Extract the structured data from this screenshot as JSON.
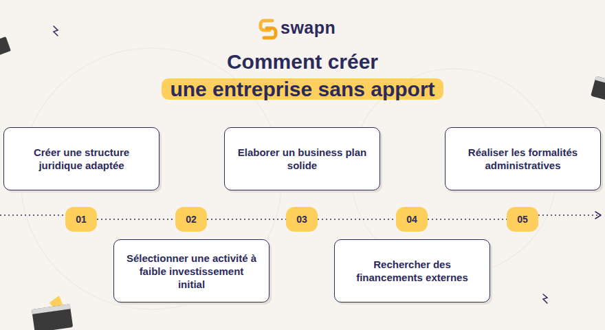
{
  "diagram": {
    "title": "Comment créer une entreprise sans apport",
    "nodes": [
      {
        "text": [
          "Créer une structure juridique adaptée"
        ]
      },
      {
        "text": [
          "Sélectionner une activité à faible investissement initial"
        ]
      },
      {
        "text": [
          "Elaborer un business plan solide"
        ]
      },
      {
        "text": [
          "Rechercher des financements externes"
        ]
      },
      {
        "text": [
          "Réaliser les formalités administratives"
        ]
      },
      {
        "text": [
          "01"
        ]
      },
      {
        "text": [
          "02"
        ]
      },
      {
        "text": [
          "03"
        ]
      },
      {
        "text": [
          "04"
        ]
      },
      {
        "text": [
          "05"
        ]
      }
    ],
    "edges": [
      {
        "from": 5,
        "to": 6,
        "arrow": "none"
      },
      {
        "from": 6,
        "to": 7,
        "arrow": "none"
      },
      {
        "from": 7,
        "to": 8,
        "arrow": "none"
      },
      {
        "from": 8,
        "to": 9,
        "arrow": "none"
      }
    ],
    "labels": [
      "swapn"
    ]
  }
}
